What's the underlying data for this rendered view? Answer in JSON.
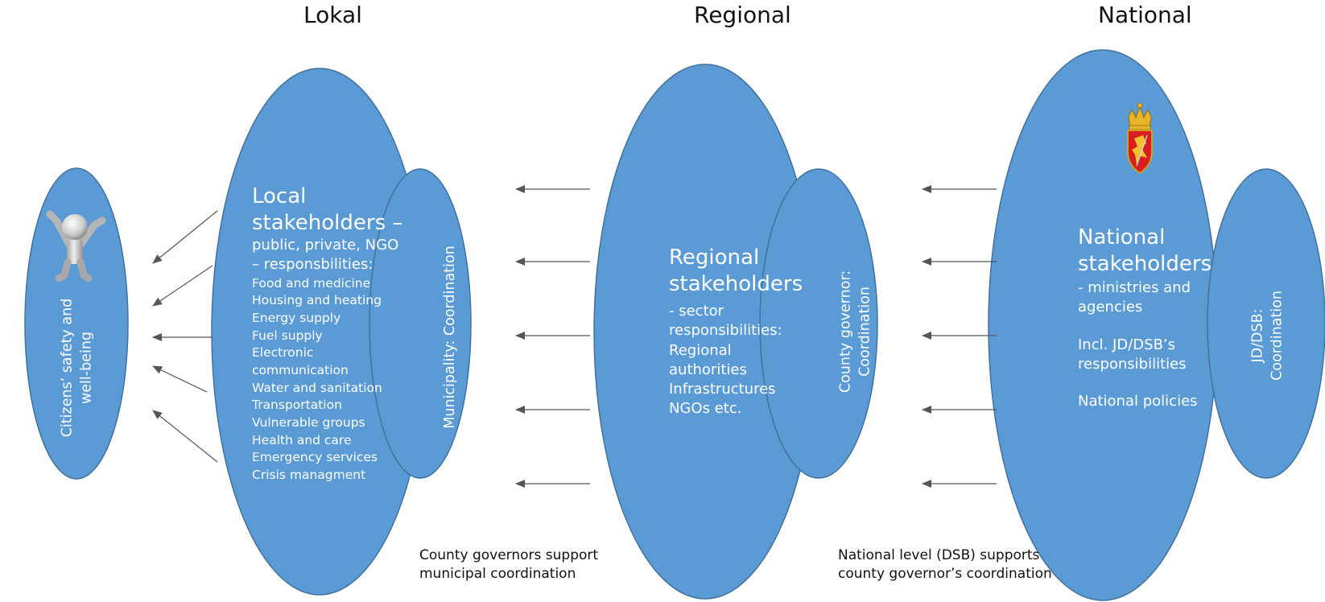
{
  "levels": [
    "Lokal",
    "Regional",
    "National"
  ],
  "citizens": {
    "lines": [
      "Citizens’ safety and",
      "well-being"
    ]
  },
  "local": {
    "title_lines": [
      "Local",
      "stakeholders –"
    ],
    "subtitle_lines": [
      "public, private, NGO",
      "– responsbilities:"
    ],
    "items": [
      "Food and medicine",
      "Housing and heating",
      "Energy supply",
      "Fuel supply",
      "Electronic",
      "communication",
      "Water and sanitation",
      "Transportation",
      "Vulnerable groups",
      "Health and care",
      "Emergency services",
      "Crisis managment"
    ],
    "coordination": "Municipality: Coordination"
  },
  "regional": {
    "title_lines": [
      "Regional",
      "stakeholders"
    ],
    "body_lines": [
      "- sector",
      "responsibilities:",
      "Regional",
      "authorities",
      "Infrastructures",
      "NGOs etc."
    ],
    "coordination_lines": [
      "County governor:",
      "Coordination"
    ]
  },
  "national": {
    "title_lines": [
      "National",
      "stakeholders"
    ],
    "body_lines": [
      "- ministries and",
      "agencies"
    ],
    "incl_lines": [
      "Incl. JD/DSB’s",
      "responsibilities"
    ],
    "policies": "National policies",
    "coordination_lines": [
      "JD/DSB:",
      "Coordination"
    ]
  },
  "captions": {
    "county_support": [
      "County governors support",
      "municipal coordination"
    ],
    "national_support": [
      "National level (DSB) supports",
      "county governor’s coordination"
    ]
  },
  "colors": {
    "ellipse_fill": "#5b9bd5",
    "ellipse_stroke": "#41719c",
    "arrow": "#555555",
    "text_on_ellipse": "#ffffff"
  },
  "icons": [
    "person-icon",
    "coat-of-arms-icon",
    "arrow-left-icon"
  ]
}
